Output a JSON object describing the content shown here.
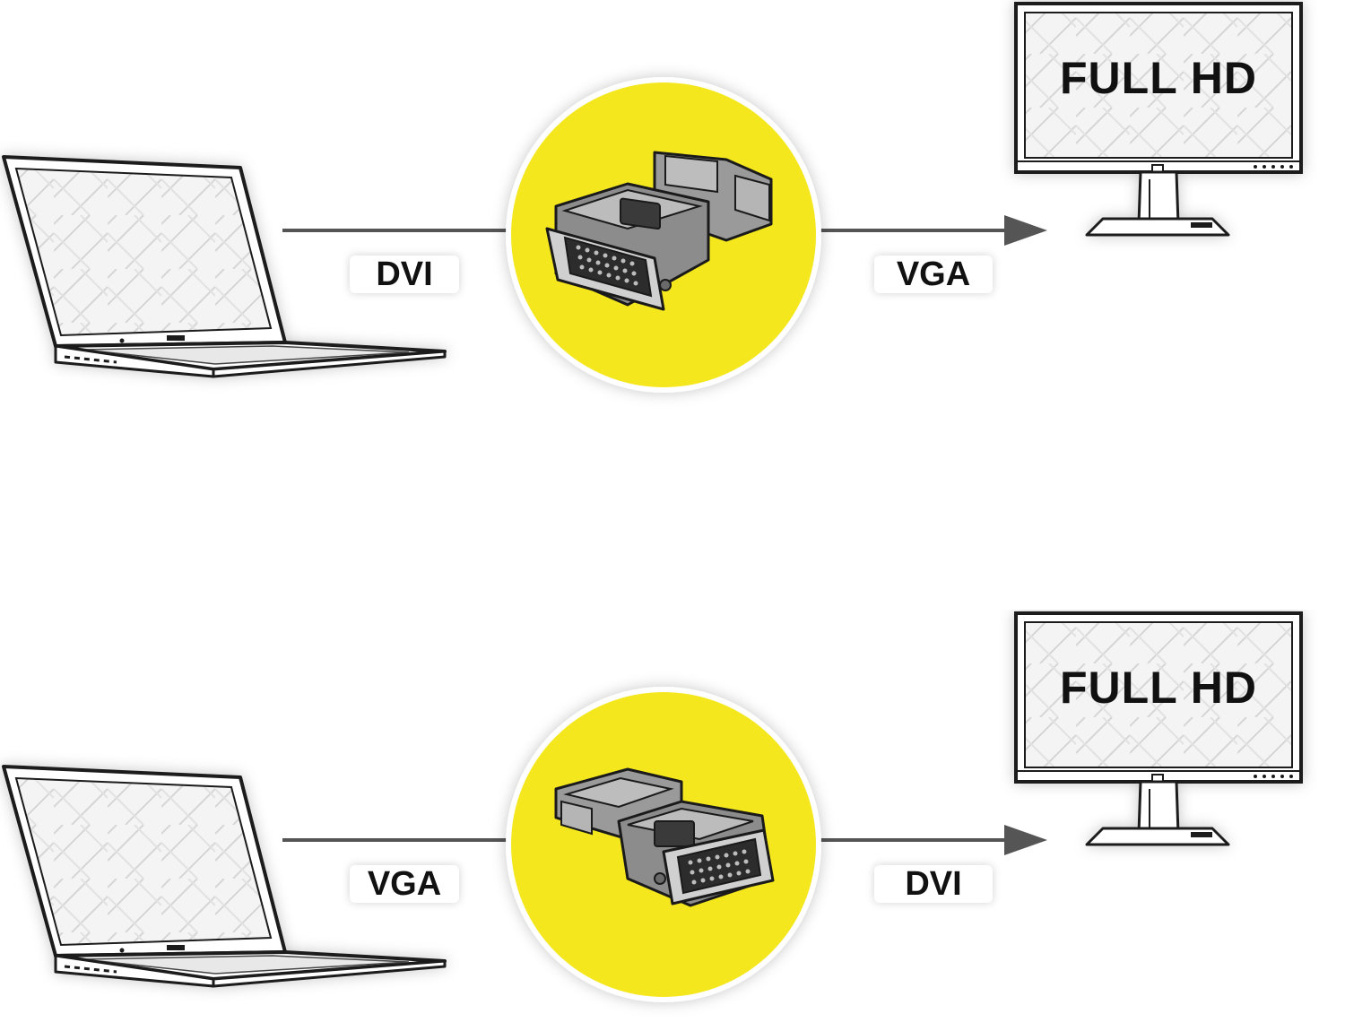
{
  "rows": [
    {
      "left_label": "DVI",
      "right_label": "VGA",
      "monitor_text": "FULL HD",
      "adapter_orientation": "dvi-front"
    },
    {
      "left_label": "VGA",
      "right_label": "DVI",
      "monitor_text": "FULL HD",
      "adapter_orientation": "vga-front"
    }
  ],
  "colors": {
    "accent_yellow": "#f5e71e",
    "line_gray": "#555555",
    "outline": "#1a1a1a"
  },
  "icons": [
    "laptop-icon",
    "dvi-vga-adapter-icon",
    "monitor-icon",
    "arrow-right-icon"
  ]
}
